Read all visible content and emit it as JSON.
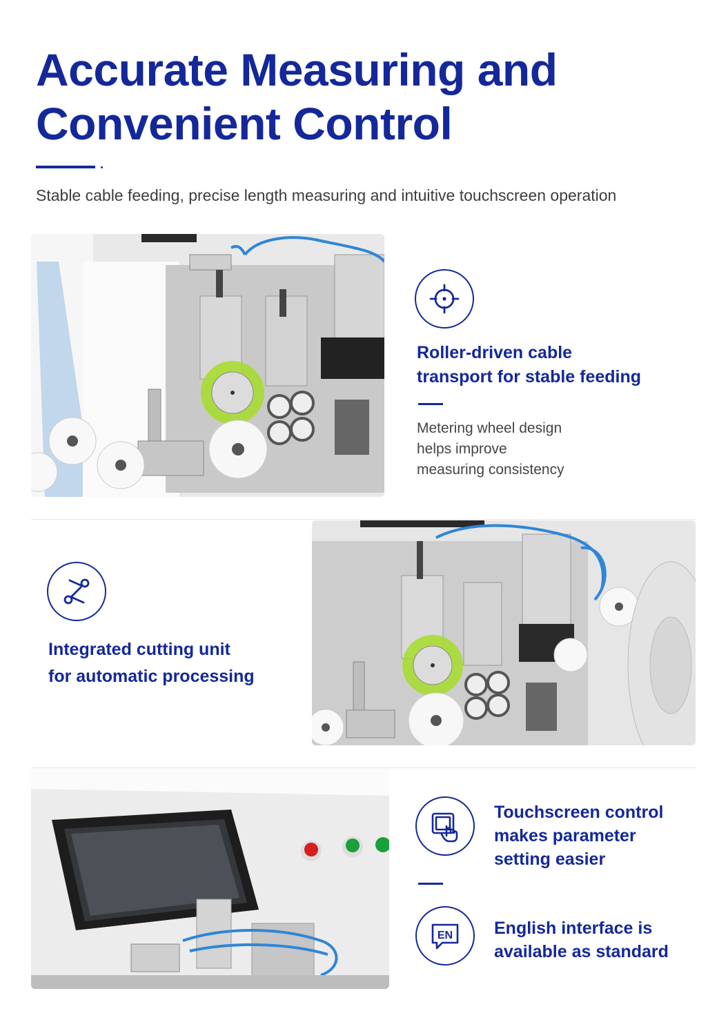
{
  "header": {
    "title_line1": "Accurate Measuring and",
    "title_line2": "Convenient Control",
    "subtitle": "Stable cable feeding, precise length measuring and intuitive touchscreen operation"
  },
  "section1": {
    "icon": "target-icon",
    "title_line1": "Roller-driven cable",
    "title_line2": "transport for stable feeding",
    "body_line1": "Metering wheel design",
    "body_line2": "helps improve",
    "body_line3": "measuring consistency"
  },
  "section2": {
    "icon": "scissors-icon",
    "title_line1": "Integrated cutting unit",
    "title_line2": "for automatic processing"
  },
  "section3": {
    "feature1": {
      "icon": "touchscreen-icon",
      "title_line1": "Touchscreen control",
      "title_line2": "makes parameter",
      "title_line3": "setting easier"
    },
    "feature2": {
      "icon": "language-en-icon",
      "badge": "EN",
      "title_line1": "English interface is",
      "title_line2": "available as standard"
    }
  },
  "colors": {
    "brand_blue": "#14289a",
    "body_text": "#444444",
    "accent_green": "#a6dc2a",
    "tube_blue": "#2f86d6"
  }
}
